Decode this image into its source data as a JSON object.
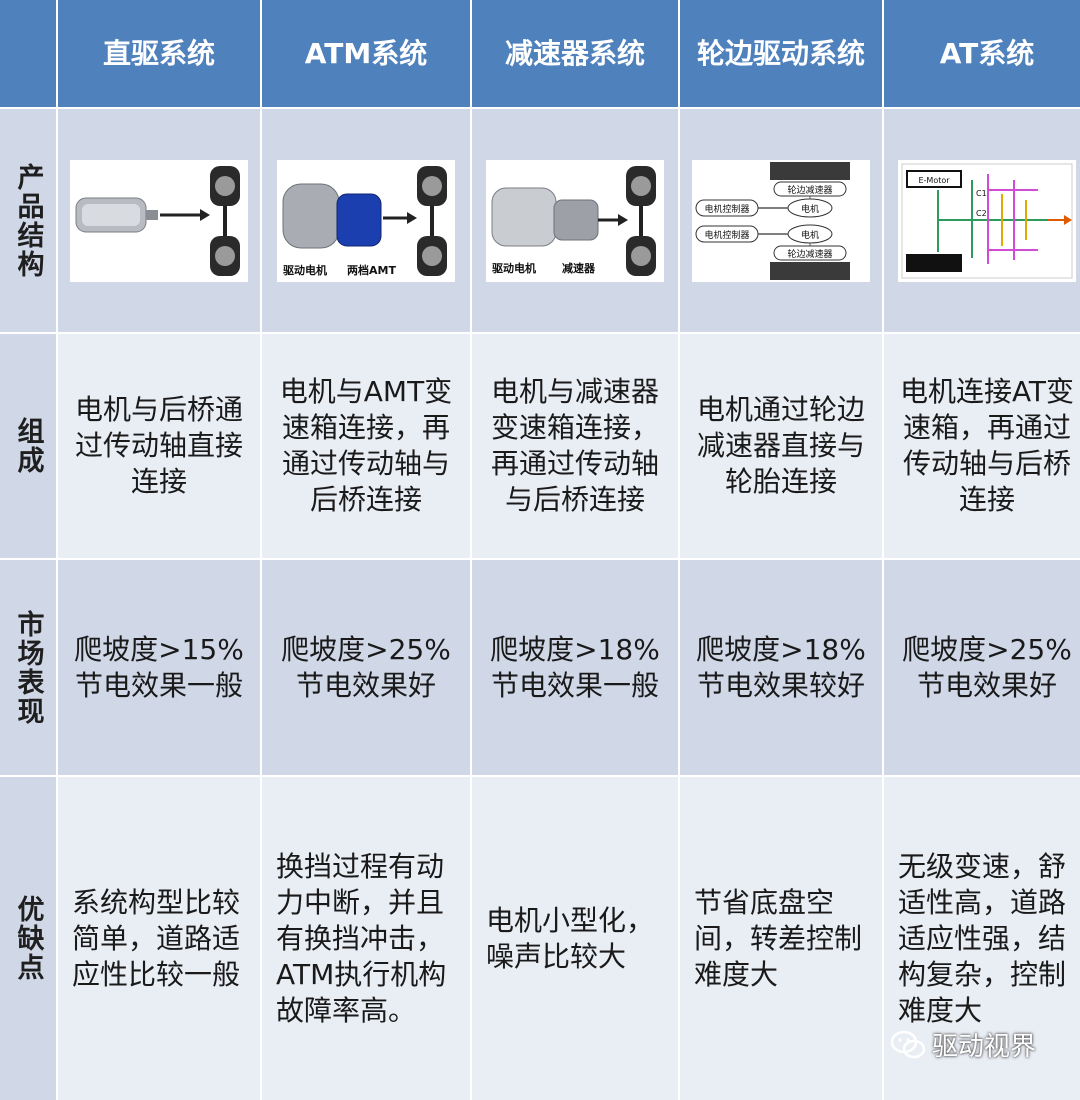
{
  "header": {
    "corner": "",
    "columns": [
      "直驱系统",
      "ATM系统",
      "减速器系统",
      "轮边驱动系统",
      "AT系统"
    ]
  },
  "rows": [
    {
      "label": "产品结构",
      "images": [
        {
          "icon": "direct-drive-diagram",
          "labels": []
        },
        {
          "icon": "atm-system-diagram",
          "labels": [
            "驱动电机",
            "两档AMT"
          ]
        },
        {
          "icon": "reducer-system-diagram",
          "labels": [
            "驱动电机",
            "减速器"
          ]
        },
        {
          "icon": "wheel-hub-drive-diagram",
          "labels": [
            "电机控制器",
            "电机控制器",
            "电机",
            "电机",
            "轮边减速器",
            "轮边减速器"
          ]
        },
        {
          "icon": "at-system-diagram",
          "labels": [
            "E-Motor",
            "C1",
            "C2"
          ]
        }
      ]
    },
    {
      "label": "组成",
      "cells": [
        "电机与后桥通过传动轴直接连接",
        "电机与AMT变速箱连接，再通过传动轴与后桥连接",
        "电机与减速器变速箱连接，再通过传动轴与后桥连接",
        "电机通过轮边减速器直接与轮胎连接",
        "电机连接AT变速箱，再通过传动轴与后桥连接"
      ]
    },
    {
      "label": "市场表现",
      "cells": [
        "爬坡度>15%节电效果一般",
        "爬坡度>25%节电效果好",
        "爬坡度>18%节电效果一般",
        "爬坡度>18%节电效果较好",
        "爬坡度>25%节电效果好"
      ]
    },
    {
      "label": "优缺点",
      "cells": [
        "系统构型比较简单，道路适应性比较一般",
        "换挡过程有动力中断，并且有换挡冲击，ATM执行机构故障率高。",
        "电机小型化，噪声比较大",
        "节省底盘空间，转差控制难度大",
        "无级变速，舒适性高，道路适应性强，结构复杂，控制难度大"
      ]
    }
  ],
  "watermark": {
    "text": "驱动视界",
    "icon": "wechat-icon"
  },
  "colors": {
    "header": "#4f81bd",
    "band_dark": "#d0d8e8",
    "band_light": "#e9edf4",
    "text": "#1a1a1a"
  }
}
